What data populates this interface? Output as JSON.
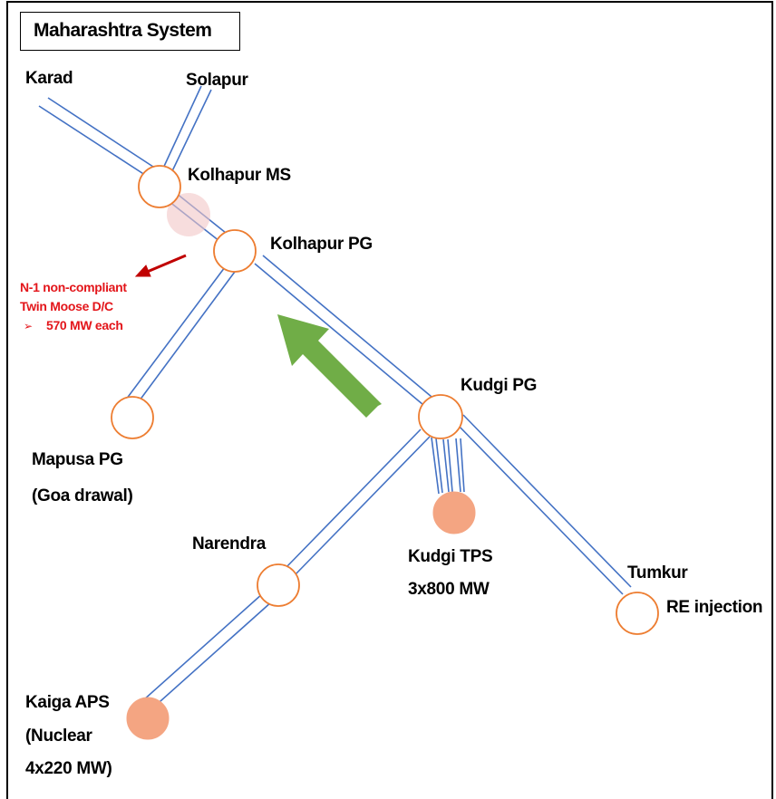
{
  "title": "Maharashtra System",
  "colors": {
    "line": "#4472c4",
    "node_stroke": "#ed7d31",
    "generator_fill": "#f4a582",
    "highlight": "#f2c6c6",
    "green_arrow": "#70ad47",
    "red_arrow": "#c00000",
    "annotation": "#e3151a"
  },
  "nodes": {
    "karad": "Karad",
    "solapur": "Solapur",
    "kolhapur_ms": "Kolhapur MS",
    "kolhapur_pg": "Kolhapur PG",
    "kudgi_pg": "Kudgi PG",
    "mapusa_pg": "Mapusa PG",
    "mapusa_pg_sub": "(Goa drawal)",
    "narendra": "Narendra",
    "kudgi_tps": "Kudgi TPS",
    "kudgi_tps_cap": "3x800 MW",
    "tumkur": "Tumkur",
    "tumkur_sub": "RE injection",
    "kaiga_aps": "Kaiga APS",
    "kaiga_aps_sub1": "(Nuclear",
    "kaiga_aps_sub2": "4x220 MW)"
  },
  "annotation": {
    "line1": "N-1 non-compliant",
    "line2": "Twin Moose D/C",
    "line3": "570 MW each",
    "bullet": "➢"
  }
}
